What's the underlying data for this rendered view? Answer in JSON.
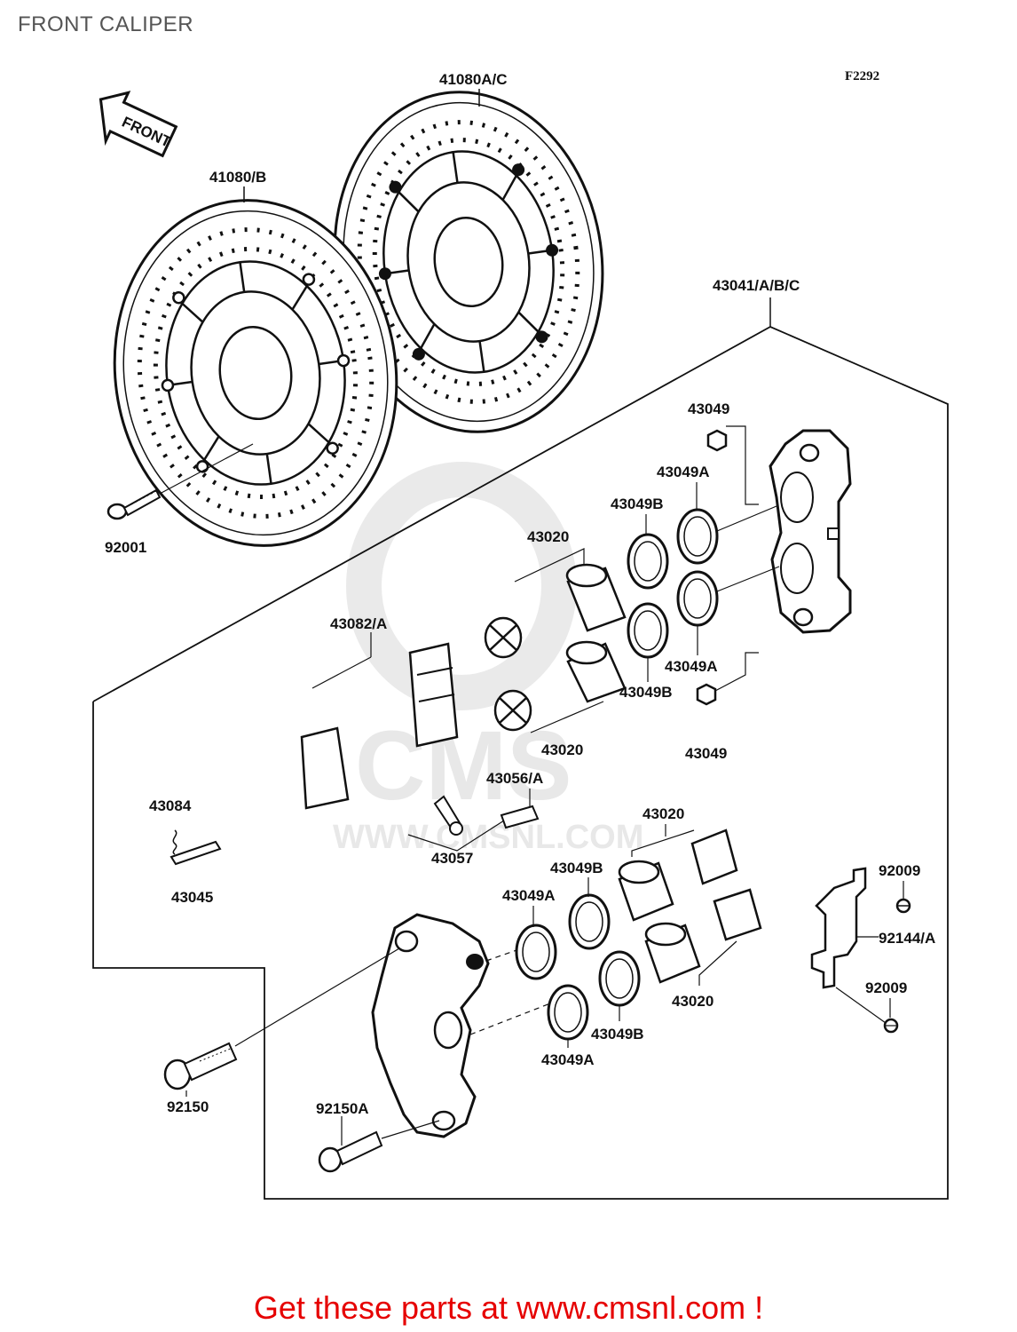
{
  "title": "FRONT CALIPER",
  "figure_code": "F2292",
  "front_arrow_label": "FRONT",
  "watermark": {
    "brand": "CMS",
    "url": "WWW.CMSNL.COM"
  },
  "labels": {
    "disc_ac": "41080A/C",
    "disc_b": "41080/B",
    "caliper_assy": "43041/A/B/C",
    "bolt_92001": "92001",
    "nut_top": "43049",
    "seal_a_top": "43049A",
    "seal_b_top": "43049B",
    "piston_top": "43020",
    "seal_a_mid": "43049A",
    "seal_b_mid": "43049B",
    "piston_mid": "43020",
    "nut_mid": "43049",
    "pads": "43082/A",
    "bleeder": "43056/A",
    "cap": "43057",
    "spring": "43084",
    "pin": "43045",
    "piston_low_top": "43020",
    "seal_b_low_top": "43049B",
    "seal_a_low_top": "43049A",
    "piston_low_bottom": "43020",
    "seal_b_low_bottom": "43049B",
    "seal_a_low_bottom": "43049A",
    "bolt_92009_top": "92009",
    "bracket": "92144/A",
    "bolt_92009_bottom": "92009",
    "bolt_92150": "92150",
    "bolt_92150a": "92150A"
  },
  "footer": "Get these parts at www.cmsnl.com !"
}
